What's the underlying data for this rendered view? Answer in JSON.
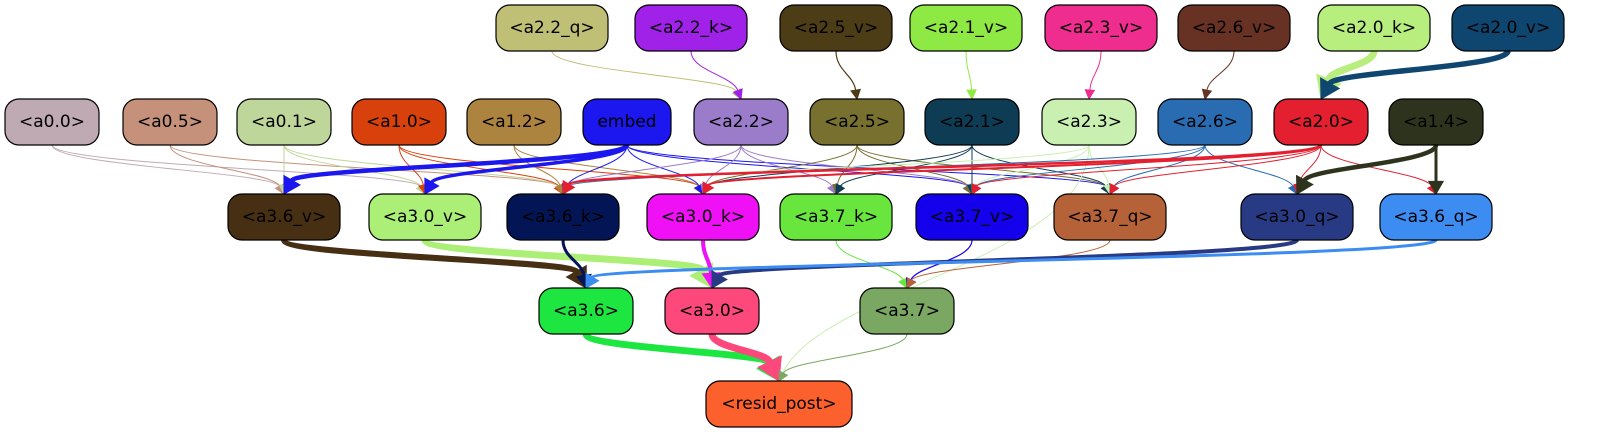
{
  "nodes": [
    {
      "id": "a0_0",
      "label": "<a0.0>",
      "fill": "#bfaab4",
      "text": "#000000"
    },
    {
      "id": "a0_5",
      "label": "<a0.5>",
      "fill": "#c5917a",
      "text": "#000000"
    },
    {
      "id": "a0_1",
      "label": "<a0.1>",
      "fill": "#bfd69a",
      "text": "#000000"
    },
    {
      "id": "a1_0",
      "label": "<a1.0>",
      "fill": "#d8410c",
      "text": "#000000"
    },
    {
      "id": "a1_2",
      "label": "<a1.2>",
      "fill": "#ad843f",
      "text": "#000000"
    },
    {
      "id": "embed",
      "label": "embed",
      "fill": "#1b17ee",
      "text": "#000000"
    },
    {
      "id": "a2_2",
      "label": "<a2.2>",
      "fill": "#9b7ccb",
      "text": "#000000"
    },
    {
      "id": "a2_5",
      "label": "<a2.5>",
      "fill": "#77702f",
      "text": "#000000"
    },
    {
      "id": "a2_1",
      "label": "<a2.1>",
      "fill": "#0e3c55",
      "text": "#000000"
    },
    {
      "id": "a2_3",
      "label": "<a2.3>",
      "fill": "#c9f0b1",
      "text": "#000000"
    },
    {
      "id": "a2_6",
      "label": "<a2.6>",
      "fill": "#2a6cb2",
      "text": "#000000"
    },
    {
      "id": "a2_0",
      "label": "<a2.0>",
      "fill": "#e31f30",
      "text": "#000000"
    },
    {
      "id": "a1_4",
      "label": "<a1.4>",
      "fill": "#2e331e",
      "text": "#000000"
    },
    {
      "id": "a2_2_q",
      "label": "<a2.2_q>",
      "fill": "#bfbf76",
      "text": "#000000"
    },
    {
      "id": "a2_2_k",
      "label": "<a2.2_k>",
      "fill": "#a021e8",
      "text": "#000000"
    },
    {
      "id": "a2_5_v",
      "label": "<a2.5_v>",
      "fill": "#4d3d16",
      "text": "#000000"
    },
    {
      "id": "a2_1_v",
      "label": "<a2.1_v>",
      "fill": "#8ee944",
      "text": "#000000"
    },
    {
      "id": "a2_3_v",
      "label": "<a2.3_v>",
      "fill": "#ee2d8f",
      "text": "#000000"
    },
    {
      "id": "a2_6_v",
      "label": "<a2.6_v>",
      "fill": "#673224",
      "text": "#000000"
    },
    {
      "id": "a2_0_k",
      "label": "<a2.0_k>",
      "fill": "#b7ee7d",
      "text": "#000000"
    },
    {
      "id": "a2_0_v",
      "label": "<a2.0_v>",
      "fill": "#0e4670",
      "text": "#000000"
    },
    {
      "id": "a3_6_v",
      "label": "<a3.6_v>",
      "fill": "#472f13",
      "text": "#000000"
    },
    {
      "id": "a3_0_v",
      "label": "<a3.0_v>",
      "fill": "#acef77",
      "text": "#000000"
    },
    {
      "id": "a3_6_k",
      "label": "<a3.6_k>",
      "fill": "#041555",
      "text": "#000000"
    },
    {
      "id": "a3_0_k",
      "label": "<a3.0_k>",
      "fill": "#ef10f6",
      "text": "#000000"
    },
    {
      "id": "a3_7_k",
      "label": "<a3.7_k>",
      "fill": "#68e63e",
      "text": "#000000"
    },
    {
      "id": "a3_7_v",
      "label": "<a3.7_v>",
      "fill": "#1500ec",
      "text": "#000000"
    },
    {
      "id": "a3_7_q",
      "label": "<a3.7_q>",
      "fill": "#b66238",
      "text": "#000000"
    },
    {
      "id": "a3_0_q",
      "label": "<a3.0_q>",
      "fill": "#293a84",
      "text": "#000000"
    },
    {
      "id": "a3_6_q",
      "label": "<a3.6_q>",
      "fill": "#3c8cf1",
      "text": "#000000"
    },
    {
      "id": "a3_6",
      "label": "<a3.6>",
      "fill": "#1de641",
      "text": "#000000"
    },
    {
      "id": "a3_0",
      "label": "<a3.0>",
      "fill": "#fc487b",
      "text": "#000000"
    },
    {
      "id": "a3_7",
      "label": "<a3.7>",
      "fill": "#7aa761",
      "text": "#000000"
    },
    {
      "id": "resid_post",
      "label": "<resid_post>",
      "fill": "#fc612d",
      "text": "#000000"
    }
  ],
  "edges": [
    {
      "from": "a2_2_q",
      "to": "a2_2",
      "color": "#bfbf76",
      "weight": 1
    },
    {
      "from": "a2_2_k",
      "to": "a2_2",
      "color": "#a021e8",
      "weight": 1
    },
    {
      "from": "a2_5_v",
      "to": "a2_5",
      "color": "#4d3d16",
      "weight": 1.2
    },
    {
      "from": "a2_1_v",
      "to": "a2_1",
      "color": "#8ee944",
      "weight": 1
    },
    {
      "from": "a2_3_v",
      "to": "a2_3",
      "color": "#ee2d8f",
      "weight": 1
    },
    {
      "from": "a2_6_v",
      "to": "a2_6",
      "color": "#673224",
      "weight": 1
    },
    {
      "from": "a2_0_k",
      "to": "a2_0",
      "color": "#b7ee7d",
      "weight": 7
    },
    {
      "from": "a2_0_v",
      "to": "a2_0",
      "color": "#0e4670",
      "weight": 5.5
    },
    {
      "from": "a0_0",
      "to": "a3_6_v",
      "color": "#bfaab4",
      "weight": 1
    },
    {
      "from": "a0_0",
      "to": "a3_0_v",
      "color": "#bfaab4",
      "weight": 1
    },
    {
      "from": "a0_5",
      "to": "a3_6_v",
      "color": "#c5917a",
      "weight": 1
    },
    {
      "from": "a0_5",
      "to": "a3_6_k",
      "color": "#c5917a",
      "weight": 1
    },
    {
      "from": "a0_1",
      "to": "a3_6_v",
      "color": "#bfd69a",
      "weight": 1
    },
    {
      "from": "a0_1",
      "to": "a3_0_v",
      "color": "#bfd69a",
      "weight": 1
    },
    {
      "from": "a0_1",
      "to": "a3_6_k",
      "color": "#bfd69a",
      "weight": 1
    },
    {
      "from": "a1_0",
      "to": "a3_0_v",
      "color": "#d8410c",
      "weight": 1
    },
    {
      "from": "a1_0",
      "to": "a3_6_k",
      "color": "#d8410c",
      "weight": 1
    },
    {
      "from": "a1_0",
      "to": "a3_0_k",
      "color": "#d8410c",
      "weight": 1
    },
    {
      "from": "a1_2",
      "to": "a3_6_k",
      "color": "#ad843f",
      "weight": 1
    },
    {
      "from": "a1_2",
      "to": "a3_0_k",
      "color": "#ad843f",
      "weight": 1
    },
    {
      "from": "embed",
      "to": "a3_6_v",
      "color": "#1b17ee",
      "weight": 4.5
    },
    {
      "from": "embed",
      "to": "a3_0_v",
      "color": "#1b17ee",
      "weight": 3.5
    },
    {
      "from": "embed",
      "to": "a3_6_k",
      "color": "#1b17ee",
      "weight": 1
    },
    {
      "from": "embed",
      "to": "a3_0_k",
      "color": "#1b17ee",
      "weight": 1
    },
    {
      "from": "embed",
      "to": "a3_7_v",
      "color": "#1b17ee",
      "weight": 1
    },
    {
      "from": "embed",
      "to": "a3_7_q",
      "color": "#1b17ee",
      "weight": 1
    },
    {
      "from": "a2_2",
      "to": "a3_6_k",
      "color": "#9b7ccb",
      "weight": 1
    },
    {
      "from": "a2_2",
      "to": "a3_0_k",
      "color": "#9b7ccb",
      "weight": 1
    },
    {
      "from": "a2_2",
      "to": "a3_7_k",
      "color": "#9b7ccb",
      "weight": 1
    },
    {
      "from": "a2_2",
      "to": "a3_7_v",
      "color": "#9b7ccb",
      "weight": 1
    },
    {
      "from": "a2_5",
      "to": "a3_0_k",
      "color": "#77702f",
      "weight": 1
    },
    {
      "from": "a2_5",
      "to": "a3_7_k",
      "color": "#77702f",
      "weight": 1
    },
    {
      "from": "a2_5",
      "to": "a3_7_v",
      "color": "#77702f",
      "weight": 1
    },
    {
      "from": "a2_5",
      "to": "a3_7_q",
      "color": "#77702f",
      "weight": 1
    },
    {
      "from": "a2_1",
      "to": "a3_0_k",
      "color": "#0e3c55",
      "weight": 1
    },
    {
      "from": "a2_1",
      "to": "a3_7_k",
      "color": "#0e3c55",
      "weight": 1
    },
    {
      "from": "a2_1",
      "to": "a3_7_v",
      "color": "#0e3c55",
      "weight": 1
    },
    {
      "from": "a2_1",
      "to": "a3_7_q",
      "color": "#0e3c55",
      "weight": 1
    },
    {
      "from": "a2_3",
      "to": "a3_6_k",
      "color": "#c9f0b1",
      "weight": 1
    },
    {
      "from": "a2_3",
      "to": "a3_7_v",
      "color": "#c9f0b1",
      "weight": 1
    },
    {
      "from": "a2_3",
      "to": "a3_7_q",
      "color": "#c9f0b1",
      "weight": 1
    },
    {
      "from": "a2_3",
      "to": "resid_post",
      "color": "#c9f0b1",
      "weight": 1
    },
    {
      "from": "a2_6",
      "to": "a3_6_k",
      "color": "#2a6cb2",
      "weight": 1
    },
    {
      "from": "a2_6",
      "to": "a3_7_v",
      "color": "#2a6cb2",
      "weight": 1
    },
    {
      "from": "a2_6",
      "to": "a3_7_q",
      "color": "#2a6cb2",
      "weight": 1
    },
    {
      "from": "a2_6",
      "to": "a3_0_q",
      "color": "#2a6cb2",
      "weight": 1
    },
    {
      "from": "a2_0",
      "to": "a3_6_k",
      "color": "#e31f30",
      "weight": 2.5
    },
    {
      "from": "a2_0",
      "to": "a3_0_k",
      "color": "#e31f30",
      "weight": 2
    },
    {
      "from": "a2_0",
      "to": "a3_7_v",
      "color": "#e31f30",
      "weight": 1
    },
    {
      "from": "a2_0",
      "to": "a3_7_q",
      "color": "#e31f30",
      "weight": 1
    },
    {
      "from": "a2_0",
      "to": "a3_0_q",
      "color": "#e31f30",
      "weight": 1
    },
    {
      "from": "a2_0",
      "to": "a3_6_q",
      "color": "#e31f30",
      "weight": 1
    },
    {
      "from": "a1_4",
      "to": "a3_0_q",
      "color": "#2e331e",
      "weight": 4.5
    },
    {
      "from": "a1_4",
      "to": "a3_6_q",
      "color": "#2e331e",
      "weight": 3
    },
    {
      "from": "a3_6_v",
      "to": "a3_6",
      "color": "#472f13",
      "weight": 6
    },
    {
      "from": "a3_0_v",
      "to": "a3_0",
      "color": "#acef77",
      "weight": 7
    },
    {
      "from": "a3_6_k",
      "to": "a3_6",
      "color": "#041555",
      "weight": 3
    },
    {
      "from": "a3_0_k",
      "to": "a3_0",
      "color": "#ef10f6",
      "weight": 4
    },
    {
      "from": "a3_7_k",
      "to": "a3_7",
      "color": "#68e63e",
      "weight": 1
    },
    {
      "from": "a3_7_v",
      "to": "a3_7",
      "color": "#1500ec",
      "weight": 1.2
    },
    {
      "from": "a3_7_q",
      "to": "a3_7",
      "color": "#b66238",
      "weight": 1
    },
    {
      "from": "a3_0_q",
      "to": "a3_0",
      "color": "#293a84",
      "weight": 4
    },
    {
      "from": "a3_6_q",
      "to": "a3_6",
      "color": "#3c8cf1",
      "weight": 3
    },
    {
      "from": "a3_6",
      "to": "resid_post",
      "color": "#1de641",
      "weight": 7
    },
    {
      "from": "a3_0",
      "to": "resid_post",
      "color": "#fc487b",
      "weight": 7
    },
    {
      "from": "a3_7",
      "to": "resid_post",
      "color": "#7aa761",
      "weight": 1
    }
  ]
}
